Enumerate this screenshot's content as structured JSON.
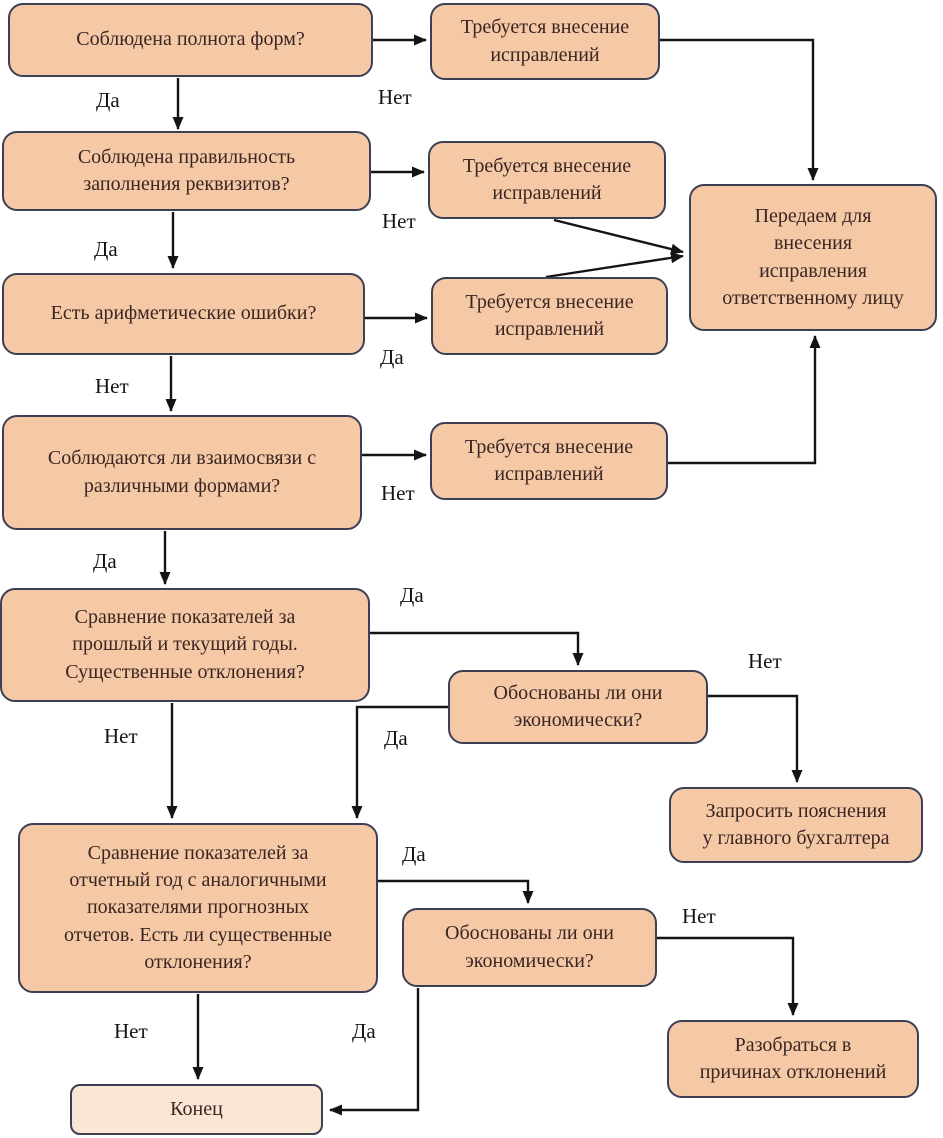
{
  "diagram": {
    "type": "flowchart",
    "language": "ru",
    "colors": {
      "node_fill": "#f6c9a6",
      "node_border": "#3d4055",
      "end_node_fill": "#fbe5d5",
      "node_text": "#3a2523",
      "arrow": "#141414",
      "background": "#ffffff"
    },
    "nodes": {
      "q1": {
        "label": "Соблюдена полнота форм?"
      },
      "fix1": {
        "label": "Требуется внесение\nисправлений"
      },
      "q2": {
        "label": "Соблюдена правильность\nзаполнения реквизитов?"
      },
      "fix2": {
        "label": "Требуется внесение\nисправлений"
      },
      "q3": {
        "label": "Есть арифметические ошибки?"
      },
      "fix3": {
        "label": "Требуется внесение\nисправлений"
      },
      "q4": {
        "label": "Соблюдаются ли взаимосвязи с\nразличными формами?"
      },
      "fix4": {
        "label": "Требуется внесение\nисправлений"
      },
      "transfer": {
        "label": "Передаем для\nвнесения\nисправления\nответственному лицу"
      },
      "q5": {
        "label": "Сравнение показателей за\nпрошлый и текущий годы.\nСущественные отклонения?"
      },
      "q6": {
        "label": "Обоснованы ли они\nэкономически?"
      },
      "ask": {
        "label": "Запросить пояснения\nу главного бухгалтера"
      },
      "q7": {
        "label": "Сравнение показателей за\nотчетный год с аналогичными\nпоказателями прогнозных\nотчетов. Есть ли существенные\nотклонения?"
      },
      "q8": {
        "label": "Обоснованы ли они\nэкономически?"
      },
      "invest": {
        "label": "Разобраться в\nпричинах отклонений"
      },
      "end": {
        "label": "Конец"
      }
    },
    "edge_labels": {
      "yes1": {
        "text": "Да"
      },
      "no1": {
        "text": "Нет"
      },
      "yes2": {
        "text": "Да"
      },
      "no2": {
        "text": "Нет"
      },
      "yes3": {
        "text": "Да"
      },
      "no3": {
        "text": "Нет"
      },
      "no4": {
        "text": "Нет"
      },
      "yes4": {
        "text": "Да"
      },
      "yes5": {
        "text": "Да"
      },
      "no5": {
        "text": "Нет"
      },
      "no6": {
        "text": "Нет"
      },
      "yes6": {
        "text": "Да"
      },
      "yes7": {
        "text": "Да"
      },
      "no7": {
        "text": "Нет"
      },
      "yes8": {
        "text": "Да"
      },
      "no8": {
        "text": "Нет"
      }
    }
  }
}
